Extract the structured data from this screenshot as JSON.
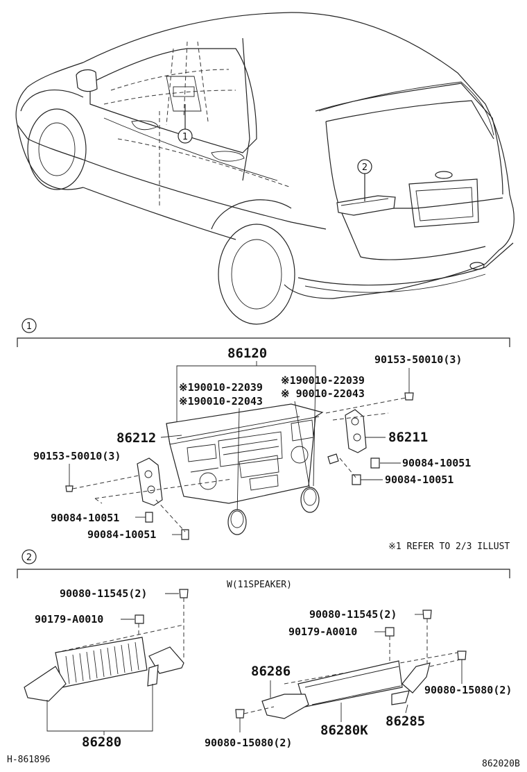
{
  "callouts": {
    "c1": "1",
    "c2": "2"
  },
  "section1": {
    "marker": "1",
    "p86120": "86120",
    "p86212": "86212",
    "p86211": "86211",
    "note_a1": "※190010-22039",
    "note_a2": "※190010-22043",
    "note_b1": "※190010-22039",
    "note_b2": "※ 90010-22043",
    "screw_tr": "90153-50010(3)",
    "screw_tl": "90153-50010(3)",
    "bolt_r1": "90084-10051",
    "bolt_r2": "90084-10051",
    "bolt_l1": "90084-10051",
    "bolt_l2": "90084-10051",
    "refer": "※1 REFER TO 2/3 ILLUST"
  },
  "section2": {
    "marker": "2",
    "heading": "W(11SPEAKER)",
    "bolt_l": "90080-11545(2)",
    "nut_l": "90179-A0010",
    "p86280": "86280",
    "bolt_r": "90080-11545(2)",
    "nut_r": "90179-A0010",
    "p86286": "86286",
    "p86280k": "86280K",
    "p86285": "86285",
    "screw_r": "90080-15080(2)",
    "screw_b": "90080-15080(2)"
  },
  "footer": {
    "left": "H-861896",
    "right": "862020B"
  }
}
